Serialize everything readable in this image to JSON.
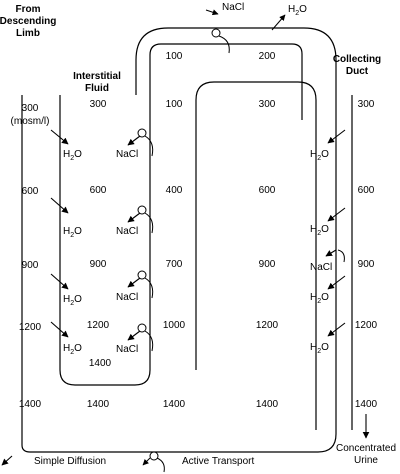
{
  "headers": {
    "descending": [
      "From",
      "Descending",
      "Limb"
    ],
    "interstitial": [
      "Interstitial",
      "Fluid"
    ],
    "collecting": [
      "Collecting",
      "Duct"
    ]
  },
  "unit": "(mosm/l)",
  "top_labels": {
    "nacl": "NaCl",
    "h2o_main": "H",
    "h2o_sub": "2",
    "h2o_end": "O"
  },
  "columns": {
    "descending": [
      "300",
      "600",
      "900",
      "1200",
      "1400"
    ],
    "interstitial_left": [
      "300",
      "600",
      "900",
      "1200",
      "1400"
    ],
    "interstitial_inner": "1400",
    "ascending": [
      "100",
      "100",
      "400",
      "700",
      "1000",
      "1400"
    ],
    "interstitial_right": [
      "200",
      "300",
      "600",
      "900",
      "1200",
      "1400"
    ],
    "collecting": [
      "300",
      "600",
      "900",
      "1200",
      "1400"
    ]
  },
  "transport_labels": {
    "water": {
      "main": "H",
      "sub": "2",
      "end": "O"
    },
    "salt": "NaCl"
  },
  "bottom": [
    "Concentrated",
    "Urine"
  ],
  "legend": {
    "simple": "Simple   Diffusion",
    "active": "Active   Transport"
  }
}
